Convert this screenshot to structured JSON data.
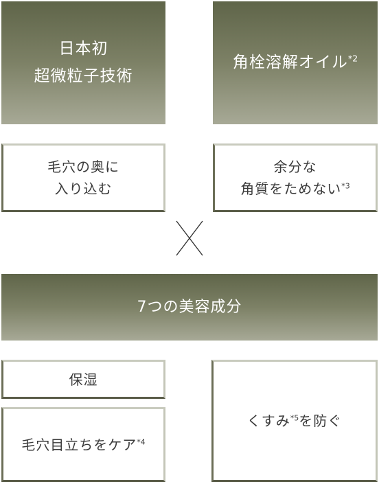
{
  "features": {
    "tech": {
      "line1": "日本初",
      "line2": "超微粒子技術"
    },
    "oil": {
      "label": "角栓溶解オイル",
      "note": "*2"
    },
    "penetrate": {
      "line1": "毛穴の奥に",
      "line2": "入り込む"
    },
    "keratin": {
      "line1": "余分な",
      "line2": "角質をためない",
      "note": "*3"
    }
  },
  "combinator": {
    "symbol_name": "multiply-cross-icon"
  },
  "ingredients": {
    "title": "7つの美容成分",
    "moisture": "保湿",
    "pores": {
      "label": "毛穴目立ちをケア",
      "note": "*4"
    },
    "dullness": {
      "label_a": "くすみ",
      "note": "*5",
      "label_b": "を防ぐ"
    }
  },
  "colors": {
    "accent_dark": "#5f6549",
    "accent_light": "#a7a996",
    "border": "#6b6e56",
    "text": "#3b3b3b"
  }
}
